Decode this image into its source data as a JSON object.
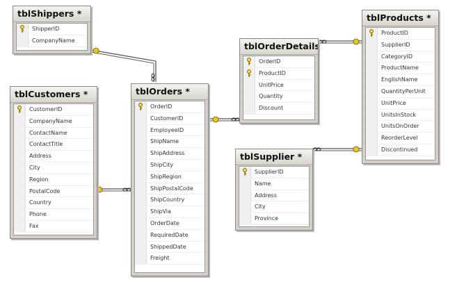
{
  "tables": {
    "shippers": {
      "title": "tblShippers *",
      "columns": [
        {
          "name": "ShipperID",
          "pk": true
        },
        {
          "name": "CompanyName",
          "pk": false
        }
      ]
    },
    "customers": {
      "title": "tblCustomers *",
      "columns": [
        {
          "name": "CustomerID",
          "pk": true
        },
        {
          "name": "CompanyName",
          "pk": false
        },
        {
          "name": "ContactName",
          "pk": false
        },
        {
          "name": "ContactTitle",
          "pk": false
        },
        {
          "name": "Address",
          "pk": false
        },
        {
          "name": "City",
          "pk": false
        },
        {
          "name": "Region",
          "pk": false
        },
        {
          "name": "PostalCode",
          "pk": false
        },
        {
          "name": "Country",
          "pk": false
        },
        {
          "name": "Phone",
          "pk": false
        },
        {
          "name": "Fax",
          "pk": false
        }
      ]
    },
    "orders": {
      "title": "tblOrders *",
      "columns": [
        {
          "name": "OrderID",
          "pk": true
        },
        {
          "name": "CustomerID",
          "pk": false
        },
        {
          "name": "EmployeeID",
          "pk": false
        },
        {
          "name": "ShipName",
          "pk": false
        },
        {
          "name": "ShipAddress",
          "pk": false
        },
        {
          "name": "ShipCity",
          "pk": false
        },
        {
          "name": "ShipRegion",
          "pk": false
        },
        {
          "name": "ShipPostalCode",
          "pk": false
        },
        {
          "name": "ShipCountry",
          "pk": false
        },
        {
          "name": "ShipVia",
          "pk": false
        },
        {
          "name": "OrderDate",
          "pk": false
        },
        {
          "name": "RequiredDate",
          "pk": false
        },
        {
          "name": "ShippedDate",
          "pk": false
        },
        {
          "name": "Freight",
          "pk": false
        }
      ]
    },
    "orderdetails": {
      "title": "tblOrderDetails",
      "columns": [
        {
          "name": "OrderID",
          "pk": true
        },
        {
          "name": "ProductID",
          "pk": true
        },
        {
          "name": "UnitPrice",
          "pk": false
        },
        {
          "name": "Quantity",
          "pk": false
        },
        {
          "name": "Discount",
          "pk": false
        }
      ]
    },
    "products": {
      "title": "tblProducts *",
      "columns": [
        {
          "name": "ProductID",
          "pk": true
        },
        {
          "name": "SupplierID",
          "pk": false
        },
        {
          "name": "CategoryID",
          "pk": false
        },
        {
          "name": "ProductName",
          "pk": false
        },
        {
          "name": "EnglishName",
          "pk": false
        },
        {
          "name": "QuantityPerUnit",
          "pk": false
        },
        {
          "name": "UnitPrice",
          "pk": false
        },
        {
          "name": "UnitsInStock",
          "pk": false
        },
        {
          "name": "UnitsOnOrder",
          "pk": false
        },
        {
          "name": "ReorderLevel",
          "pk": false
        },
        {
          "name": "Discontinued",
          "pk": false
        }
      ]
    },
    "supplier": {
      "title": "tblSupplier *",
      "columns": [
        {
          "name": "SupplierID",
          "pk": true
        },
        {
          "name": "Name",
          "pk": false
        },
        {
          "name": "Address",
          "pk": false
        },
        {
          "name": "City",
          "pk": false
        },
        {
          "name": "Province",
          "pk": false
        }
      ]
    }
  },
  "colors": {
    "key_icon": "#e8c820",
    "relationship_line": "#555555"
  }
}
